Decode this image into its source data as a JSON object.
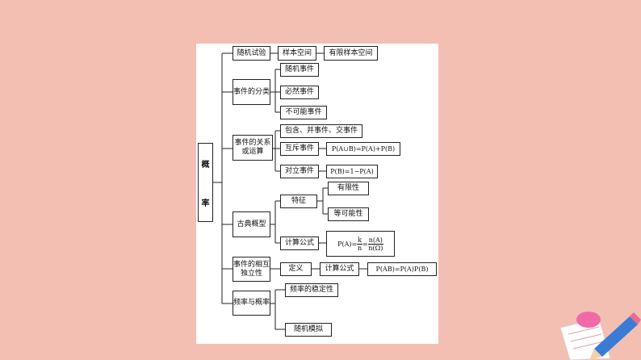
{
  "root": {
    "char1": "概",
    "char2": "率"
  },
  "nodes": {
    "sjsy": "随机试验",
    "ybkj": "样本空间",
    "yxybkj": "有限样本空间",
    "sjdfl": "事件的分类",
    "sjsj": "随机事件",
    "brsj": "必然事件",
    "bknsj": "不可能事件",
    "gxys": "事件的关系或运算",
    "bhj": "包含、并事件、交事件",
    "hcsj": "互斥事件",
    "hc_formula": "P(A∪B)=P(A)+P(B)",
    "dlsj": "对立事件",
    "dl_formula": "P(B)=1−P(A)",
    "gdgx": "古典概型",
    "tz": "特征",
    "yxx": "有限性",
    "dknx": "等可能性",
    "jsgs1": "计算公式",
    "gd_lhs": "P(A)=",
    "gd_k": "k",
    "gd_n": "n",
    "gd_eq": "=",
    "gd_nA": "n(A)",
    "gd_nO": "n(Ω)",
    "xhdl": "事件的相互独立性",
    "dy": "定义",
    "jsgs2": "计算公式",
    "dl2_formula": "P(AB)=P(A)P(B)",
    "plygl": "频率与概率",
    "pldwdx": "频率的稳定性",
    "sjmn": "随机模拟"
  },
  "colors": {
    "background": "#f3bfb2",
    "sheet": "#ffffff",
    "line": "#222222",
    "pencil": "#3a7bd5",
    "eraser": "#f06aa8"
  }
}
